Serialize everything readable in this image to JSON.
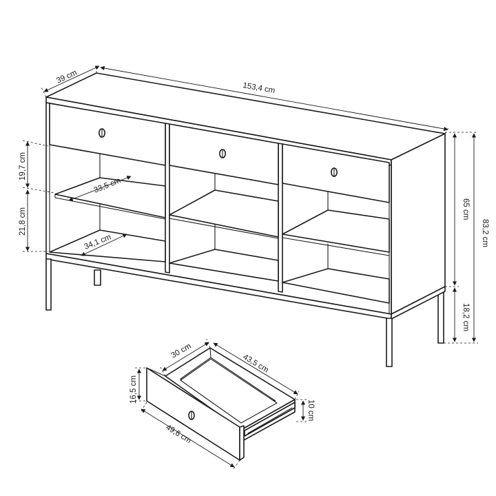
{
  "dimensions": {
    "depth": "39 cm",
    "width": "153,4 cm",
    "drawer_front_height": "19,7 cm",
    "shelf_gap": "21,8 cm",
    "shelf_depth_upper": "33,5 cm",
    "shelf_depth_lower": "34,1 cm",
    "body_height": "65 cm",
    "total_height": "83,2 cm",
    "leg_height": "18,2 cm",
    "drawer_depth": "30 cm",
    "drawer_inner_width": "43,5 cm",
    "drawer_height": "16,5 cm",
    "drawer_inner_height": "10 cm",
    "drawer_width": "49,6 cm"
  }
}
